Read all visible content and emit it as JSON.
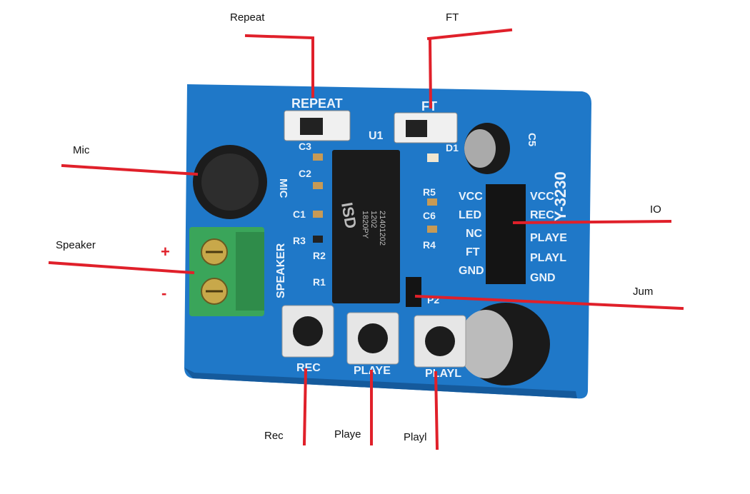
{
  "colors": {
    "pcb": "#1f78c8",
    "pcb_dark": "#155a9c",
    "silkscreen": "#e9f2fb",
    "leader": "#e0202a",
    "terminal": "#3aa55a",
    "chip": "#1b1b1b"
  },
  "labels": {
    "repeat": "Repeat",
    "ft": "FT",
    "mic": "Mic",
    "io": "IO",
    "speaker": "Speaker",
    "plus": "+",
    "minus": "-",
    "jum": "Jum",
    "rec": "Rec",
    "playe": "Playe",
    "playl": "Playl"
  },
  "board": {
    "repeat_switch": "REPEAT",
    "ft_switch": "FT",
    "chip_ref": "U1",
    "chip_brand": "ISD",
    "chip_line1": "1820PY",
    "chip_line2": "1202",
    "chip_line3": "21401202",
    "board_name": "Y-3230",
    "mic_text": "MIC",
    "speaker_text": "SPEAKER",
    "caps": [
      "C3",
      "C2",
      "C1",
      "C6",
      "C5"
    ],
    "resistors": [
      "R5",
      "R3",
      "R2",
      "R1",
      "R4"
    ],
    "diode": "D1",
    "jumper": "P2",
    "pins_left": [
      "VCC",
      "LED",
      "NC",
      "FT",
      "GND"
    ],
    "pins_right": [
      "VCC",
      "REC",
      "PLAYE",
      "PLAYL",
      "GND"
    ],
    "buttons": [
      "REC",
      "PLAYE",
      "PLAYL"
    ]
  }
}
